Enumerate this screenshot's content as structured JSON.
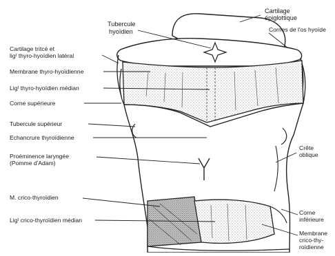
{
  "labels": {
    "cartilage_epiglottique": [
      "Cartilage",
      "épiglottique"
    ],
    "tubercule_hyoidien": [
      "Tubercule",
      "hyoïdien"
    ],
    "cornes_hyoide": "Cornes de l'os hyoïde",
    "cartilage_triticé": [
      "Cartilage tritcé et",
      "ligᵗ thyro-hyoïdien latéral"
    ],
    "membrane_thyro_hyoidienne": "Membrane thyro-hyoïdienne",
    "lig_thyro_hyoidien_median": "Ligᵗ thyro-hyoïdien médian",
    "corne_superieure": "Corne supérieure",
    "tubercule_superieur": "Tubercule supérieur",
    "echancrure_thyroidienne": "Echancrure thyroïdienne",
    "proeminence_laryngee": [
      "Proéminence laryngée",
      "(Pomme d'Adam)"
    ],
    "crete_oblique": [
      "Crête",
      "oblique"
    ],
    "m_crico_thyroidien": "M. crico-thyroïdien",
    "lig_crico_thyroidien_median": "Ligᵗ crico-thyroïdien médian",
    "corne_inferieure": [
      "Corne",
      "inférieure"
    ],
    "membrane_crico_thyroidienne": [
      "Membrane",
      "crico-thy-",
      "roïdienne"
    ]
  }
}
